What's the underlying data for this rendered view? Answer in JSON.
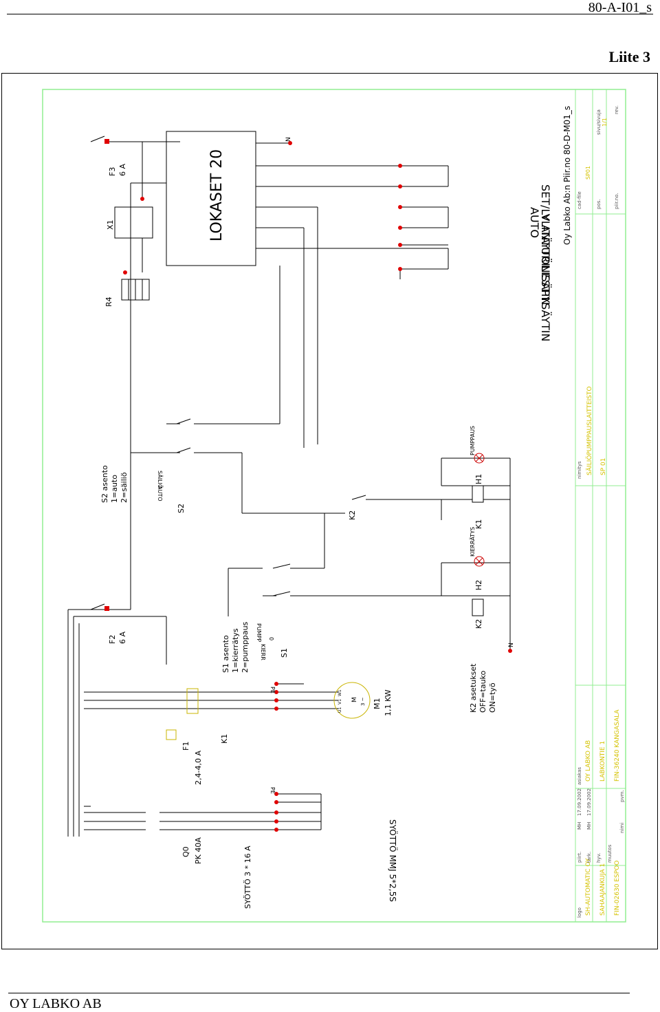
{
  "header": {
    "doc_id": "80-A-I01_s",
    "appendix": "Liite 3"
  },
  "footer": {
    "company": "OY LABKO AB"
  },
  "colors": {
    "line": "#000000",
    "border_green": "#90ee90",
    "node_red": "#e00000",
    "title_yellow": "#d4c200"
  },
  "schematic": {
    "supply": "SYÖTTÖ 3 * 16 A",
    "q0": "Q0",
    "q0_type": "PK 40A",
    "f1": "F1",
    "f1_range": "2,4-4,0 A",
    "f2": "F2",
    "f2_rating": "6 A",
    "f3": "F3",
    "f3_rating": "6 A",
    "k1": "K1",
    "k2": "K2",
    "m1": "M1",
    "m1_power": "1,1 KW",
    "cable": "SYÖTTÖ MMJ 5*2,5S",
    "s1": "S1",
    "s1_title": "S1 asento",
    "s1_pos1": "1=kierrätys",
    "s1_pos2": "2=pumppaus",
    "s1_zero": "0",
    "s1_kierr": "KIERR",
    "s1_pumpp": "PUMPP",
    "s2": "S2",
    "s2_title": "S2 asento",
    "s2_pos1": "1=auto",
    "s2_pos2": "2=säiliö",
    "s2_auto": "AUTO",
    "s2_sailio": "SÄILIÖ",
    "k2_title": "K2 asetukset",
    "k2_off": "OFF=tauko",
    "k2_on": "ON=työ",
    "h1": "H1",
    "h1_label": "PUMPPAUS",
    "h2": "H2",
    "h2_label": "KIERRÄTYS",
    "lokaset": "LOKASET 20",
    "x1": "X1",
    "r4": "R4",
    "n": "N",
    "pe": "PE",
    "anturi": "SET/LV ANTURI",
    "ylitayto": "YLITÄYTÖNESTIN",
    "auto": "AUTO",
    "lisapysaytin": "LISÄPYSÄYTIN",
    "m_u1": "U1",
    "m_v1": "V1",
    "m_w1": "W1",
    "m_symbol": "M",
    "m_phase": "3 ~"
  },
  "title_block": {
    "drawing_no": "Oy Labko Ab:n Piir.no 80-D-M01_s",
    "logo_label": "logo",
    "company_lines": [
      "SH-AUTOMATIC OY",
      "SAHAAJANKUJA 1",
      "FIN-02630 ESPOO"
    ],
    "customer_label": "asiakas",
    "customer_lines": [
      "OY LABKO AB",
      "LABKONTIE 1",
      "FIN-36240 KANGASALA"
    ],
    "name_label": "nimitys",
    "name_lines": [
      "SÄILIÖPUMPPAUSLAITTEISTO",
      "SP 01"
    ],
    "piirt_label": "piirt.",
    "piirt_by": "MH",
    "piirt_date": "17.09.2002",
    "tark_label": "tark.",
    "tark_by": "MH",
    "tark_date": "17.09.2002",
    "hyv_label": "hyv.",
    "muutos_label": "muutos",
    "nimi_label": "nimi",
    "pvm_label": "pvm.",
    "cadfile_label": "cad-file",
    "cadfile_value": "SP01",
    "pos_label": "pos.",
    "sivu_label": "sivu/sivuja",
    "sivu_value": "1/1",
    "piirno_label": "piir.no.",
    "rev_label": "rev."
  }
}
